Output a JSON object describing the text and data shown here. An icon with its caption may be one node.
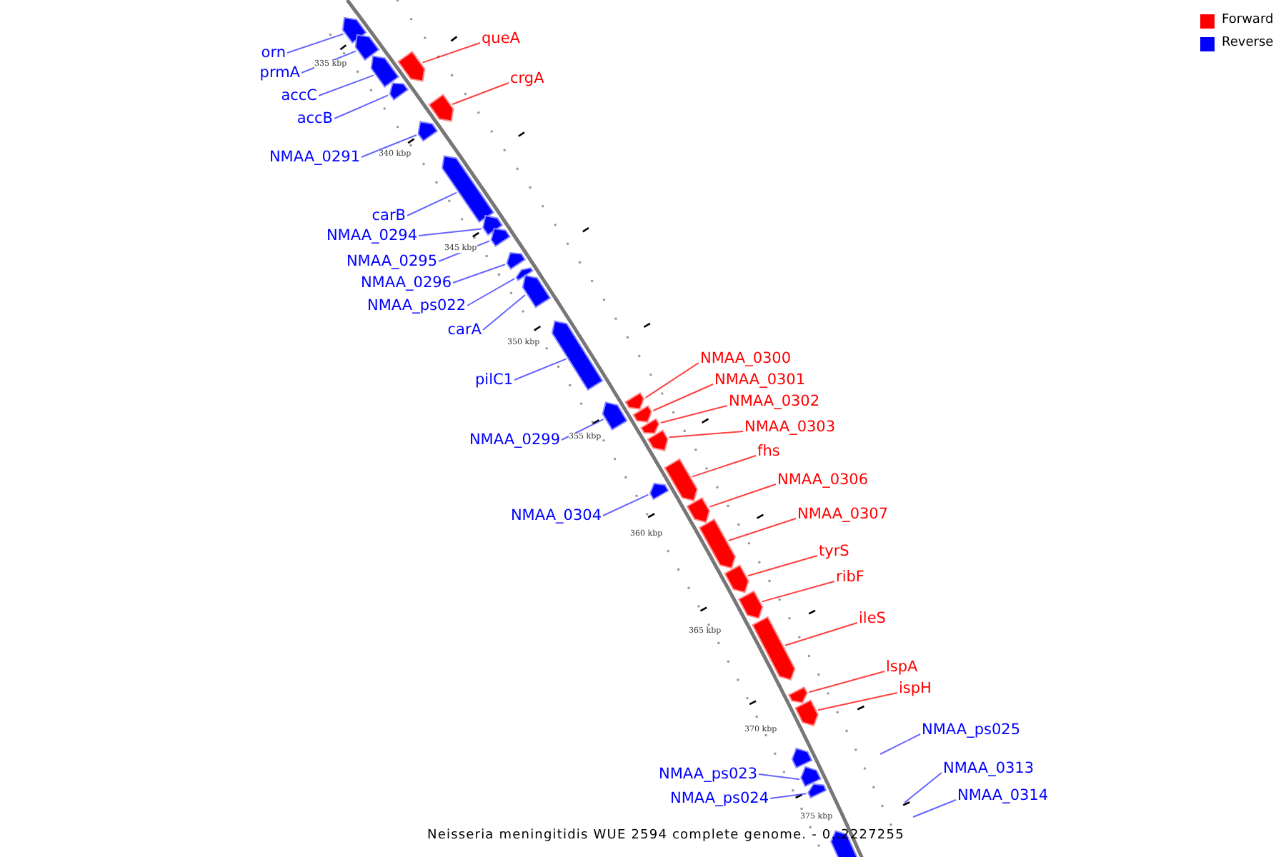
{
  "diagram": {
    "caption": "Neisseria meningitidis WUE 2594 complete genome. - 0..2227255",
    "nodes": [
      {
        "text": [
          "orn"
        ]
      },
      {
        "text": [],
        "shape": "bar"
      },
      {
        "text": [
          "prmA"
        ]
      },
      {
        "text": [],
        "shape": "bar"
      },
      {
        "text": [
          "accC"
        ]
      },
      {
        "text": [],
        "shape": "bar"
      },
      {
        "text": [
          "accB"
        ]
      },
      {
        "text": [],
        "shape": "bar"
      },
      {
        "text": [
          "queA"
        ]
      },
      {
        "text": [],
        "shape": "bar"
      },
      {
        "text": [
          "crgA"
        ]
      },
      {
        "text": [],
        "shape": "bar"
      },
      {
        "text": [
          "NMAA_0291"
        ]
      },
      {
        "text": [],
        "shape": "bar"
      },
      {
        "text": [
          "carB"
        ]
      },
      {
        "text": [],
        "shape": "bar"
      },
      {
        "text": [
          "NMAA_0294"
        ]
      },
      {
        "text": [],
        "shape": "bar"
      },
      {
        "text": [
          "NMAA_0295"
        ]
      },
      {
        "text": [],
        "shape": "bar"
      },
      {
        "text": [
          "NMAA_0296"
        ]
      },
      {
        "text": [],
        "shape": "bar"
      },
      {
        "text": [
          "NMAA_ps022"
        ]
      },
      {
        "text": [],
        "shape": "bar"
      },
      {
        "text": [
          "carA"
        ]
      },
      {
        "text": [],
        "shape": "bar"
      },
      {
        "text": [
          "pilC1"
        ]
      },
      {
        "text": [],
        "shape": "bar"
      },
      {
        "text": [
          "NMAA_0299"
        ]
      },
      {
        "text": [],
        "shape": "bar"
      },
      {
        "text": [
          "NMAA_0300"
        ]
      },
      {
        "text": [],
        "shape": "bar"
      },
      {
        "text": [
          "NMAA_0301"
        ]
      },
      {
        "text": [],
        "shape": "bar"
      },
      {
        "text": [
          "NMAA_0302"
        ]
      },
      {
        "text": [],
        "shape": "bar"
      },
      {
        "text": [
          "NMAA_0303"
        ]
      },
      {
        "text": [],
        "shape": "bar"
      },
      {
        "text": [
          "fhs"
        ]
      },
      {
        "text": [],
        "shape": "bar"
      },
      {
        "text": [
          "NMAA_0304"
        ]
      },
      {
        "text": [],
        "shape": "bar"
      },
      {
        "text": [
          "NMAA_0306"
        ]
      },
      {
        "text": [],
        "shape": "bar"
      },
      {
        "text": [
          "NMAA_0307"
        ]
      },
      {
        "text": [],
        "shape": "bar"
      },
      {
        "text": [
          "tyrS"
        ]
      },
      {
        "text": [],
        "shape": "bar"
      },
      {
        "text": [
          "ribF"
        ]
      },
      {
        "text": [],
        "shape": "bar"
      },
      {
        "text": [
          "ileS"
        ]
      },
      {
        "text": [],
        "shape": "bar"
      },
      {
        "text": [
          "lspA"
        ]
      },
      {
        "text": [],
        "shape": "bar"
      },
      {
        "text": [
          "ispH"
        ]
      },
      {
        "text": [],
        "shape": "bar"
      },
      {
        "text": [
          "NMAA_ps025"
        ]
      },
      {
        "text": [],
        "shape": "bar"
      },
      {
        "text": [
          "NMAA_ps023"
        ]
      },
      {
        "text": [],
        "shape": "bar"
      },
      {
        "text": [
          "NMAA_ps024"
        ]
      },
      {
        "text": [],
        "shape": "bar"
      },
      {
        "text": [
          "NMAA_0313"
        ]
      },
      {
        "text": [
          "NMAA_0314"
        ]
      },
      {
        "text": [],
        "shape": "bar"
      }
    ],
    "edges": [
      {
        "from": 0,
        "to": 1,
        "arrow": "none"
      },
      {
        "from": 2,
        "to": 3,
        "arrow": "none"
      },
      {
        "from": 4,
        "to": 5,
        "arrow": "none"
      },
      {
        "from": 6,
        "to": 7,
        "arrow": "none"
      },
      {
        "from": 8,
        "to": 9,
        "arrow": "none",
        "color": "#ff0000"
      },
      {
        "from": 10,
        "to": 11,
        "arrow": "none",
        "color": "#ff0000"
      },
      {
        "from": 12,
        "to": 13,
        "arrow": "none"
      },
      {
        "from": 14,
        "to": 15,
        "arrow": "none"
      },
      {
        "from": 16,
        "to": 17,
        "arrow": "none"
      },
      {
        "from": 18,
        "to": 19,
        "arrow": "none"
      },
      {
        "from": 20,
        "to": 21,
        "arrow": "none"
      },
      {
        "from": 22,
        "to": 23,
        "arrow": "none"
      },
      {
        "from": 24,
        "to": 25,
        "arrow": "none"
      },
      {
        "from": 26,
        "to": 27,
        "arrow": "none"
      },
      {
        "from": 28,
        "to": 29,
        "arrow": "none"
      },
      {
        "from": 30,
        "to": 31,
        "arrow": "none",
        "color": "#ff0000"
      },
      {
        "from": 32,
        "to": 33,
        "arrow": "none",
        "color": "#ff0000"
      },
      {
        "from": 34,
        "to": 35,
        "arrow": "none",
        "color": "#ff0000"
      },
      {
        "from": 36,
        "to": 37,
        "arrow": "none",
        "color": "#ff0000"
      },
      {
        "from": 38,
        "to": 39,
        "arrow": "none",
        "color": "#ff0000"
      },
      {
        "from": 40,
        "to": 41,
        "arrow": "none"
      },
      {
        "from": 42,
        "to": 43,
        "arrow": "none",
        "color": "#ff0000"
      },
      {
        "from": 44,
        "to": 45,
        "arrow": "none",
        "color": "#ff0000"
      },
      {
        "from": 46,
        "to": 47,
        "arrow": "none",
        "color": "#ff0000"
      },
      {
        "from": 48,
        "to": 49,
        "arrow": "none",
        "color": "#ff0000"
      },
      {
        "from": 50,
        "to": 51,
        "arrow": "none",
        "color": "#ff0000"
      },
      {
        "from": 52,
        "to": 53,
        "arrow": "none",
        "color": "#ff0000"
      },
      {
        "from": 54,
        "to": 55,
        "arrow": "none",
        "color": "#ff0000"
      },
      {
        "from": 56,
        "to": null,
        "arrow": "none"
      },
      {
        "from": 58,
        "to": 59,
        "arrow": "none"
      },
      {
        "from": 60,
        "to": 61,
        "arrow": "none"
      },
      {
        "from": 62,
        "to": null,
        "arrow": "none"
      },
      {
        "from": 63,
        "to": null,
        "arrow": "none"
      }
    ],
    "labels": [
      "335 kbp",
      "340 kbp",
      "345 kbp",
      "350 kbp",
      "355 kbp",
      "360 kbp",
      "365 kbp",
      "370 kbp",
      "375 kbp"
    ],
    "legend": [
      {
        "text": "Forward",
        "color": "#ff0000"
      },
      {
        "text": "Reverse",
        "color": "#0000ff"
      }
    ]
  }
}
